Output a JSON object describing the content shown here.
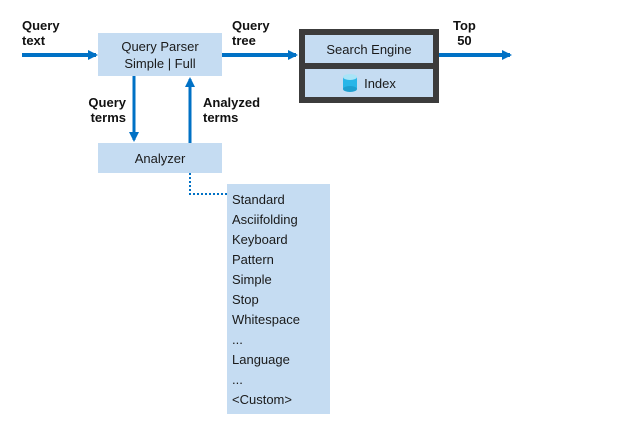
{
  "labels": {
    "query_text": [
      "Query",
      "text"
    ],
    "query_tree": [
      "Query",
      "tree"
    ],
    "top_50": [
      "Top",
      "50"
    ],
    "query_terms": [
      "Query",
      "terms"
    ],
    "analyzed_terms": [
      "Analyzed",
      "terms"
    ]
  },
  "boxes": {
    "query_parser": [
      "Query Parser",
      "Simple | Full"
    ],
    "search_engine": "Search Engine",
    "index": "Index",
    "analyzer": "Analyzer"
  },
  "analyzer_list": [
    "Standard",
    "Asciifolding",
    "Keyboard",
    "Pattern",
    "Simple",
    "Stop",
    "Whitespace",
    "...",
    "Language",
    "...",
    "<Custom>"
  ],
  "colors": {
    "arrow": "#0071c5",
    "box_fill": "#c5dcf2",
    "engine_border": "#3c3c3c",
    "dotted_line": "#0071c5",
    "index_icon": "#29b6e8"
  }
}
